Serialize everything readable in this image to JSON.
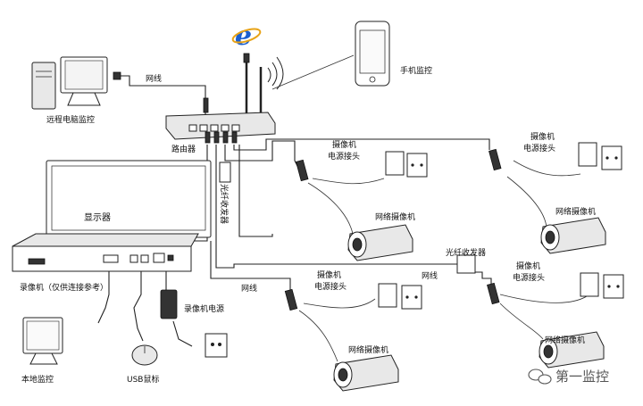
{
  "labels": {
    "remote_pc": "远程电脑监控",
    "network_cable_top": "网线",
    "router": "路由器",
    "mobile": "手机监控",
    "monitor": "显示器",
    "nvr": "录像机（仅供连接参考）",
    "local_monitor": "本地监控",
    "usb_mouse": "USB鼠标",
    "nvr_power": "录像机电源",
    "fiber_vertical": "光纤收发器",
    "fiber_transceiver": "光纤收发器",
    "network_cable_left": "网线",
    "network_cable_right": "网线",
    "cam1_power_line1": "摄像机",
    "cam1_power_line2": "电源接头",
    "cam1_name": "网络摄像机",
    "cam2_power_line1": "摄像机",
    "cam2_power_line2": "电源接头",
    "cam2_name": "网络摄像机",
    "cam3_power_line1": "摄像机",
    "cam3_power_line2": "电源接头",
    "cam3_name": "网络摄像机",
    "cam4_power_line1": "摄像机",
    "cam4_power_line2": "电源接头",
    "cam4_name": "网络摄像机",
    "watermark": "第一监控"
  },
  "icons": {
    "browser": "ie-browser-icon",
    "wifi": "wifi-signal-icon",
    "watermark": "wechat-icon"
  },
  "colors": {
    "browser_blue": "#1a5fd0",
    "browser_ring": "#e8a317"
  }
}
